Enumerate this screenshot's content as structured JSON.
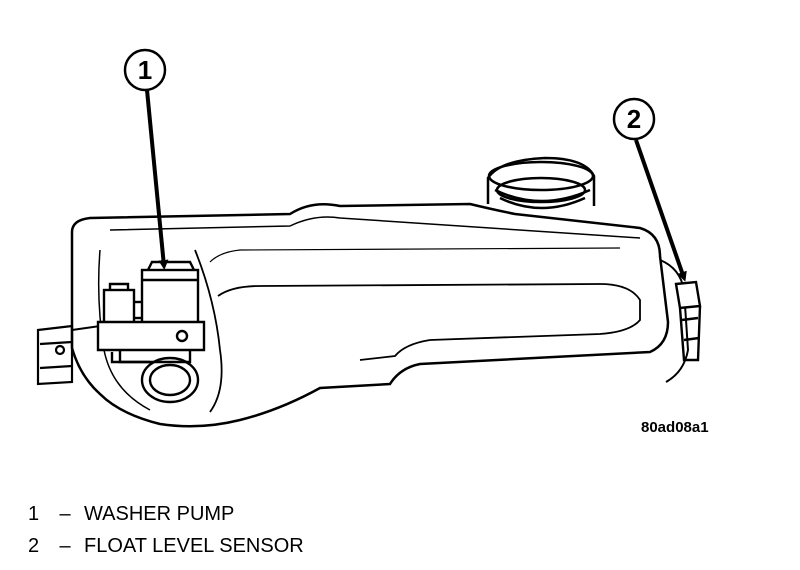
{
  "diagram": {
    "figure_code": "80ad08a1",
    "callouts": [
      {
        "number": "1"
      },
      {
        "number": "2"
      }
    ]
  },
  "legend": {
    "items": [
      {
        "number": "1",
        "separator": "–",
        "label": "WASHER PUMP"
      },
      {
        "number": "2",
        "separator": "–",
        "label": "FLOAT LEVEL SENSOR"
      }
    ]
  }
}
